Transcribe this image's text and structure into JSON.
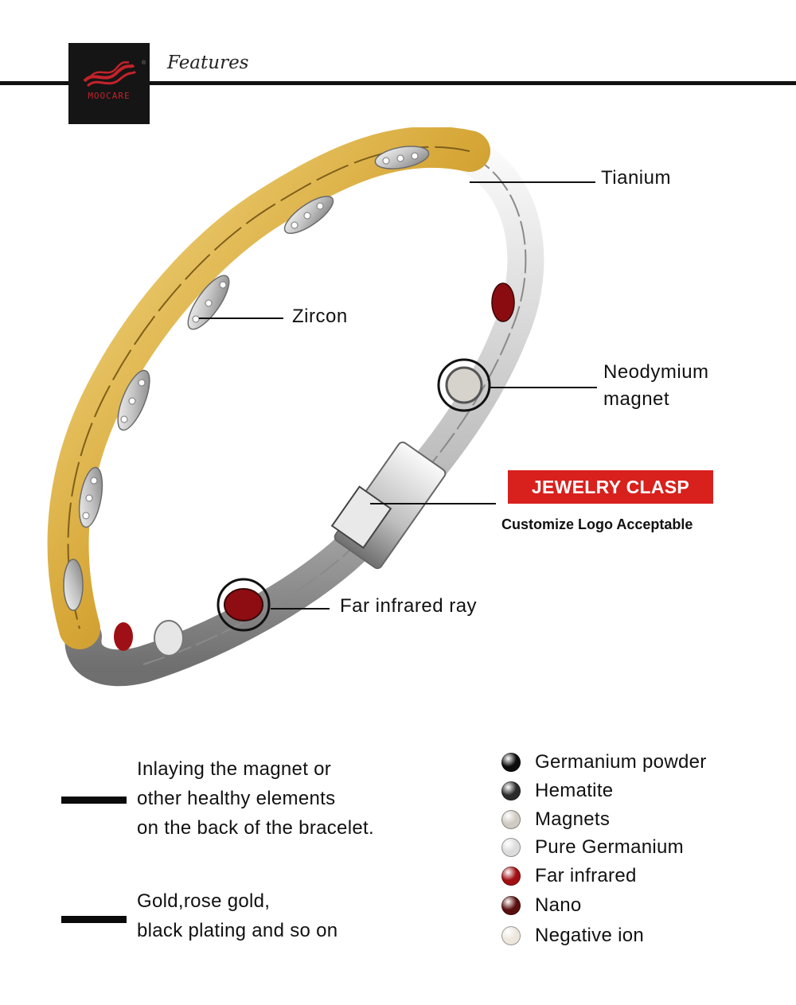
{
  "brand": {
    "logo_text": "MOOCARE",
    "reg_mark": "®"
  },
  "header": {
    "title": "Features"
  },
  "callouts": {
    "titanium": "Tianium",
    "zircon": "Zircon",
    "neodymium_line1": "Neodymium",
    "neodymium_line2": "magnet",
    "far_infrared": "Far infrared ray"
  },
  "clasp": {
    "banner": "JEWELRY CLASP",
    "subtitle": "Customize Logo Acceptable"
  },
  "info": {
    "inlay": [
      "Inlaying the magnet or",
      "other healthy elements",
      "on the back of the bracelet."
    ],
    "plating": [
      "Gold,rose gold,",
      "black plating and so on"
    ]
  },
  "legend": [
    {
      "label": "Germanium powder",
      "icon": "black-bead-icon",
      "color": "#0c0c0c"
    },
    {
      "label": "Hematite",
      "icon": "hematite-bead-icon",
      "color": "#2b2b2b"
    },
    {
      "label": "Magnets",
      "icon": "magnet-bead-icon",
      "color": "#cfcac2"
    },
    {
      "label": "Pure Germanium",
      "icon": "pure-germanium-bead-icon",
      "color": "#dcdcdc"
    },
    {
      "label": "Far infrared",
      "icon": "far-infrared-bead-icon",
      "color": "#a10f12"
    },
    {
      "label": "Nano",
      "icon": "nano-bead-icon",
      "color": "#5a0f0f"
    },
    {
      "label": "Negative ion",
      "icon": "negative-ion-bead-icon",
      "color": "#ece6dc"
    }
  ],
  "colors": {
    "accent_red": "#d8201d",
    "logo_bg": "#151515",
    "gold": "#d6a636",
    "silver": "#c9c9c9"
  }
}
